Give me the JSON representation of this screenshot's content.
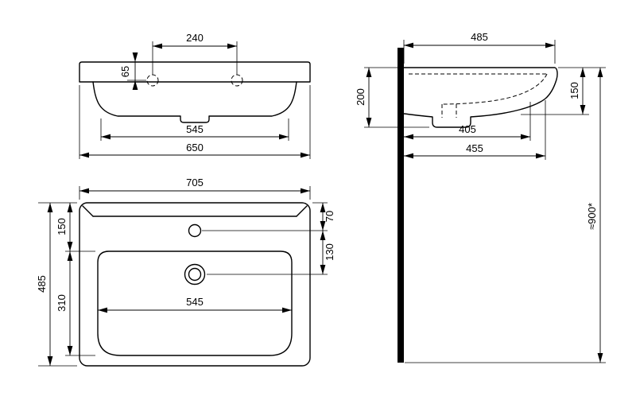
{
  "colors": {
    "line": "#000000",
    "wall_fill": "#000000",
    "background": "#ffffff"
  },
  "dims": {
    "front": {
      "holes_spacing": "240",
      "hole_offset_depth": "65",
      "bowl_width": "545",
      "overall_width": "650"
    },
    "side": {
      "top_depth": "485",
      "back_height": "200",
      "front_height": "150",
      "inner_depth": "405",
      "under_depth": "455",
      "mounting_height": "≈900*"
    },
    "plan": {
      "overall_width": "705",
      "faucet_offset": "70",
      "drain_offset": "130",
      "edge_to_bowl": "150",
      "bowl_depth": "310",
      "overall_depth": "485",
      "bowl_width": "545"
    }
  }
}
